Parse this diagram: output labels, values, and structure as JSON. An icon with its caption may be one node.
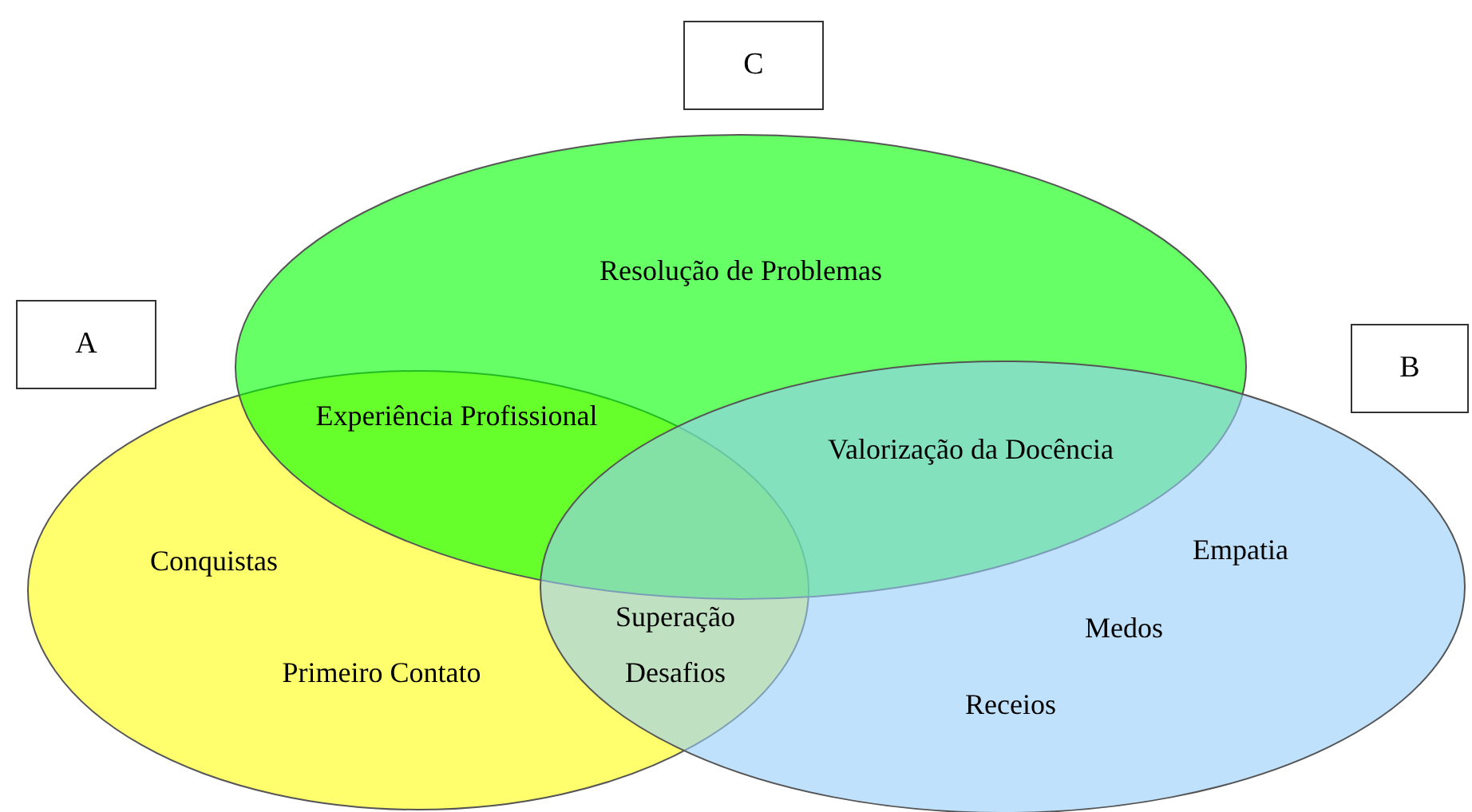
{
  "diagram": {
    "nodes": [
      {
        "text": [
          "C"
        ]
      },
      {
        "text": [
          "A"
        ]
      },
      {
        "text": [
          "B"
        ]
      },
      {
        "text": [
          "Resolução de Problemas"
        ]
      },
      {
        "text": [
          "Conquistas",
          "Primeiro Contato"
        ]
      },
      {
        "text": [
          "Empatia",
          "Medos",
          "Receios"
        ]
      }
    ],
    "labels": [
      "Experiência Profissional",
      "Valorização da Docência",
      "Superação",
      "Desafios"
    ]
  }
}
